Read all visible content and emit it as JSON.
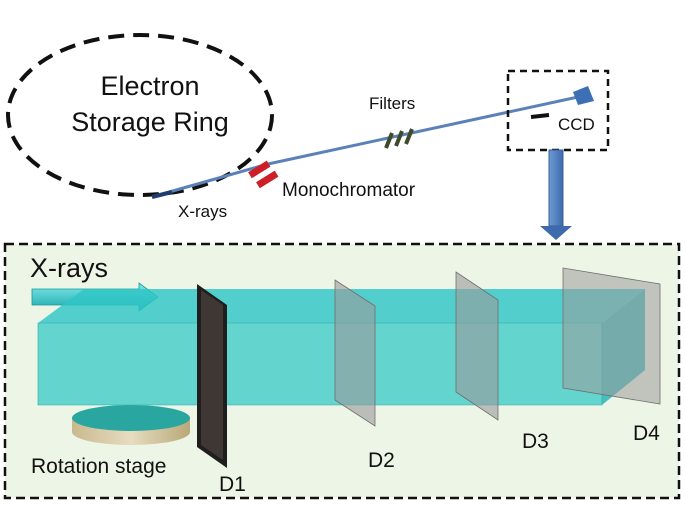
{
  "labels": {
    "ring_line1": "Electron",
    "ring_line2": "Storage Ring",
    "filters": "Filters",
    "monochromator": "Monochromator",
    "xrays_top": "X-rays",
    "ccd": "CCD",
    "xrays_inset": "X-rays",
    "rotation_stage": "Rotation stage",
    "detectors": [
      "D1",
      "D2",
      "D3",
      "D4"
    ]
  },
  "colors": {
    "beam": "#5b82b8",
    "monochromator": "#cc1f26",
    "filters": "#3d4a2c",
    "ccd": "#3d6fb5",
    "inset_bg": "#edf6e6",
    "prism": "#2fc6c6",
    "detector": "#9a9a9a",
    "d1": "#1e1e1e",
    "arrow_down": "#4f7fc0"
  }
}
